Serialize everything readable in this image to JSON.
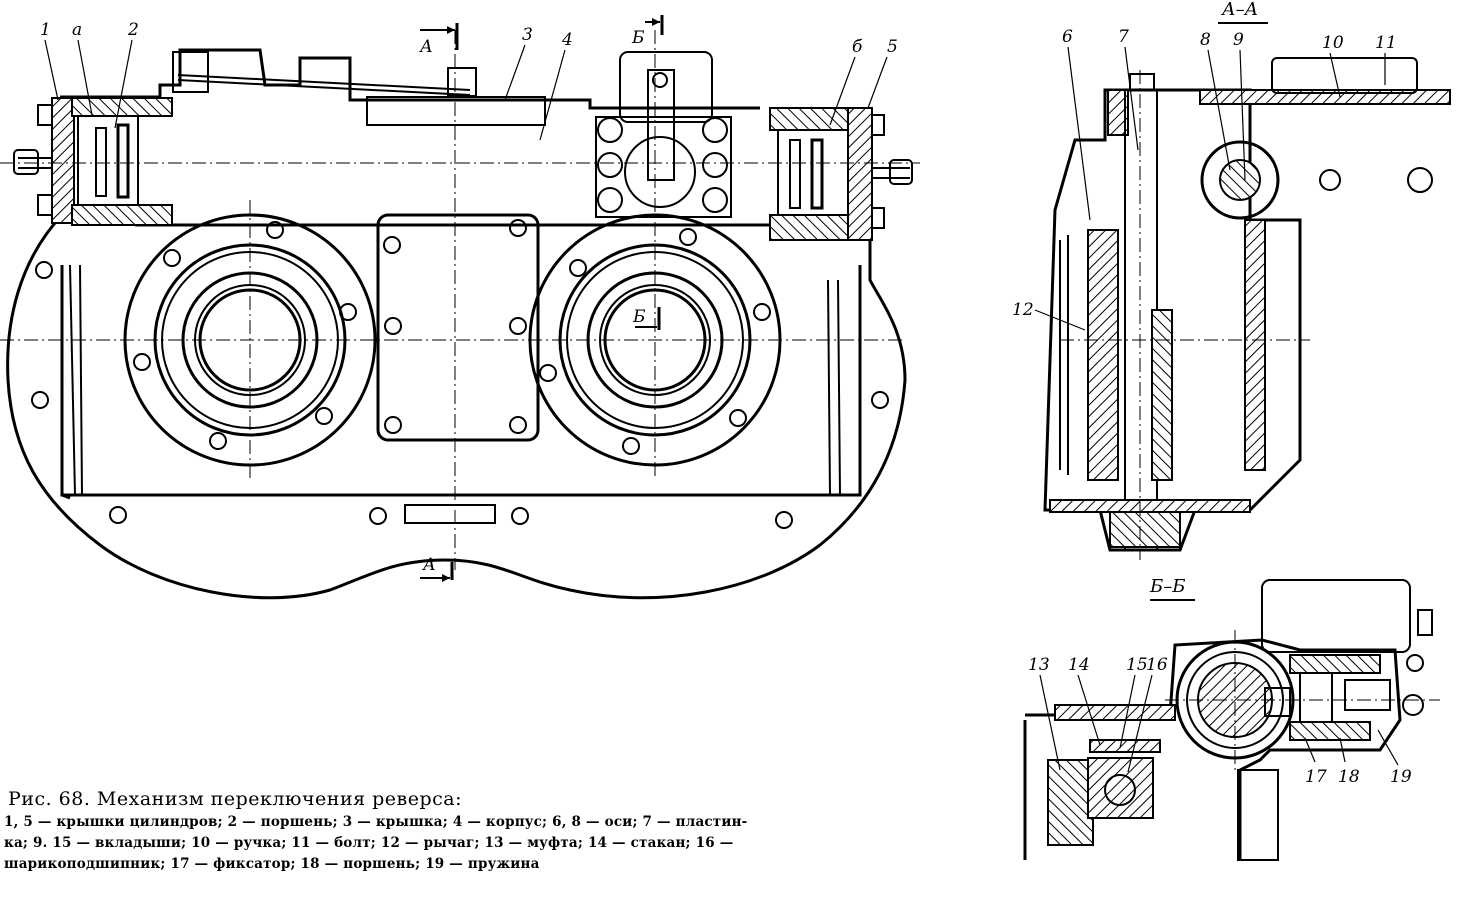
{
  "figure": {
    "number_label": "Рис. 68.",
    "title": "Рис. 68. Механизм переключения реверса:",
    "legend_lines": [
      "1, 5 — крышки цилиндров; 2 — поршень; 3 — крышка; 4 — корпус; 6, 8 — оси; 7 — пластин-",
      "ка; 9. 15 — вкладыши; 10 — ручка; 11 — болт; 12 — рычаг; 13 — муфта; 14 — стакан; 16 —",
      "шарикоподшипник; 17 — фиксатор; 18 — поршень; 19 — пружина"
    ],
    "legend": [
      {
        "num": "1, 5",
        "name": "крышки цилиндров"
      },
      {
        "num": "2",
        "name": "поршень"
      },
      {
        "num": "3",
        "name": "крышка"
      },
      {
        "num": "4",
        "name": "корпус"
      },
      {
        "num": "6, 8",
        "name": "оси"
      },
      {
        "num": "7",
        "name": "пластинка"
      },
      {
        "num": "9, 15",
        "name": "вкладыши"
      },
      {
        "num": "10",
        "name": "ручка"
      },
      {
        "num": "11",
        "name": "болт"
      },
      {
        "num": "12",
        "name": "рычаг"
      },
      {
        "num": "13",
        "name": "муфта"
      },
      {
        "num": "14",
        "name": "стакан"
      },
      {
        "num": "16",
        "name": "шарикоподшипник"
      },
      {
        "num": "17",
        "name": "фиксатор"
      },
      {
        "num": "18",
        "name": "поршень"
      },
      {
        "num": "19",
        "name": "пружина"
      }
    ]
  },
  "main_view": {
    "callouts": [
      "1",
      "а",
      "2",
      "3",
      "4",
      "б",
      "5"
    ],
    "section_marks": {
      "a_top": "А",
      "a_bottom": "А",
      "b_top": "Б",
      "b_mid": "Б"
    }
  },
  "section_aa": {
    "title": "А–А",
    "callouts": [
      "6",
      "7",
      "8",
      "9",
      "10",
      "11",
      "12"
    ]
  },
  "section_bb": {
    "title": "Б–Б",
    "callouts": [
      "13",
      "14",
      "15",
      "16",
      "17",
      "18",
      "19"
    ]
  }
}
